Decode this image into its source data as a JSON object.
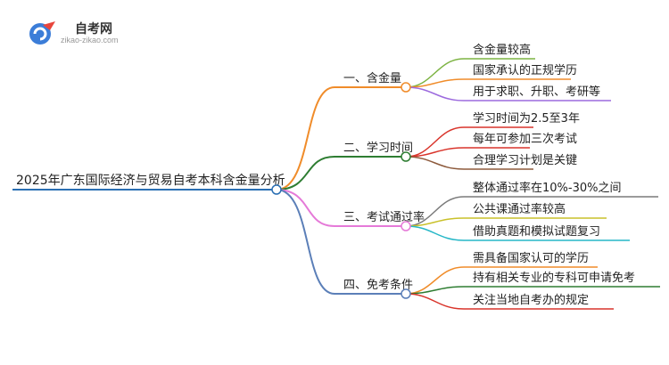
{
  "logo": {
    "name": "自考网",
    "url": "zikao-zikao.com"
  },
  "root": {
    "label": "2025年广东国际经济与贸易自考本科含金量分析"
  },
  "branches": [
    {
      "label": "一、含金量",
      "color": "#f08c2a",
      "leaves": [
        {
          "label": "含金量较高",
          "color": "#7cb342"
        },
        {
          "label": "国家承认的正规学历",
          "color": "#f08c2a"
        },
        {
          "label": "用于求职、升职、考研等",
          "color": "#9c6ade"
        }
      ]
    },
    {
      "label": "二、学习时间",
      "color": "#2e7d32",
      "leaves": [
        {
          "label": "学习时间为2.5至3年",
          "color": "#d9342b"
        },
        {
          "label": "每年可参加三次考试",
          "color": "#d9342b"
        },
        {
          "label": "合理学习计划是关键",
          "color": "#8d5a3c"
        }
      ]
    },
    {
      "label": "三、考试通过率",
      "color": "#e57ad8",
      "leaves": [
        {
          "label": "整体通过率在10%-30%之间",
          "color": "#7a7a7a"
        },
        {
          "label": "公共课通过率较高",
          "color": "#c9c12a"
        },
        {
          "label": "借助真题和模拟试题复习",
          "color": "#26b7c7"
        }
      ]
    },
    {
      "label": "四、免考条件",
      "color": "#5b7fb8",
      "leaves": [
        {
          "label": "需具备国家认可的学历",
          "color": "#f08c2a"
        },
        {
          "label": "持有相关专业的专科可申请免考",
          "color": "#2e7d32"
        },
        {
          "label": "关注当地自考办的规定",
          "color": "#d9342b"
        }
      ]
    }
  ],
  "root_color": "#2a6fb3"
}
